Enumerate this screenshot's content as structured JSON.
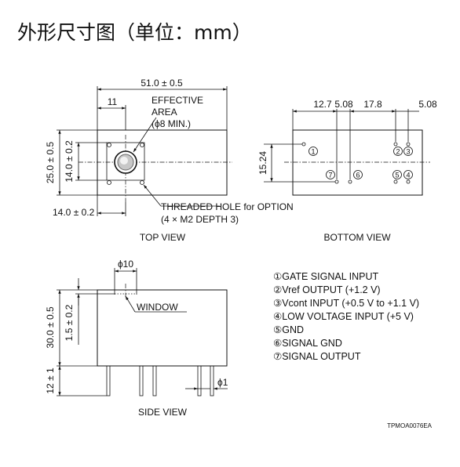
{
  "heading": "外形尺寸图（单位：mm）",
  "top_view": {
    "caption": "TOP VIEW",
    "dim_width": "51.0 ± 0.5",
    "dim_11": "11",
    "dim_height": "25.0 ± 0.5",
    "dim_window_y": "14.0 ± 0.2",
    "dim_window_x": "14.0 ± 0.2",
    "effective_area_l1": "EFFECTIVE",
    "effective_area_l2": "AREA",
    "effective_area_l3": "(ϕ8 MIN.)",
    "threaded_l1": "THREADED HOLE for OPTION",
    "threaded_l2": "(4 × M2 DEPTH 3)"
  },
  "bottom_view": {
    "caption": "BOTTOM VIEW",
    "dim_a": "12.7",
    "dim_b": "5.08",
    "dim_c": "17.8",
    "dim_d": "5.08",
    "dim_v": "15.24",
    "pins": [
      "1",
      "2",
      "3",
      "4",
      "5",
      "6",
      "7"
    ]
  },
  "side_view": {
    "caption": "SIDE VIEW",
    "dim_phi10": "ϕ10",
    "window_label": "WINDOW",
    "dim_height": "30.0 ± 0.5",
    "dim_window_depth": "1.5 ± 0.2",
    "dim_pin_len": "12 ± 1",
    "dim_pin_dia": "ϕ1"
  },
  "pin_legend": [
    {
      "num": "①",
      "text": "GATE SIGNAL INPUT"
    },
    {
      "num": "②",
      "text": "Vref OUTPUT (+1.2 V)"
    },
    {
      "num": "③",
      "text": "Vcont INPUT (+0.5 V to +1.1 V)"
    },
    {
      "num": "④",
      "text": "LOW VOLTAGE INPUT (+5 V)"
    },
    {
      "num": "⑤",
      "text": "GND"
    },
    {
      "num": "⑥",
      "text": "SIGNAL GND"
    },
    {
      "num": "⑦",
      "text": "SIGNAL OUTPUT"
    }
  ],
  "drawing_code": "TPMOA0076EA"
}
